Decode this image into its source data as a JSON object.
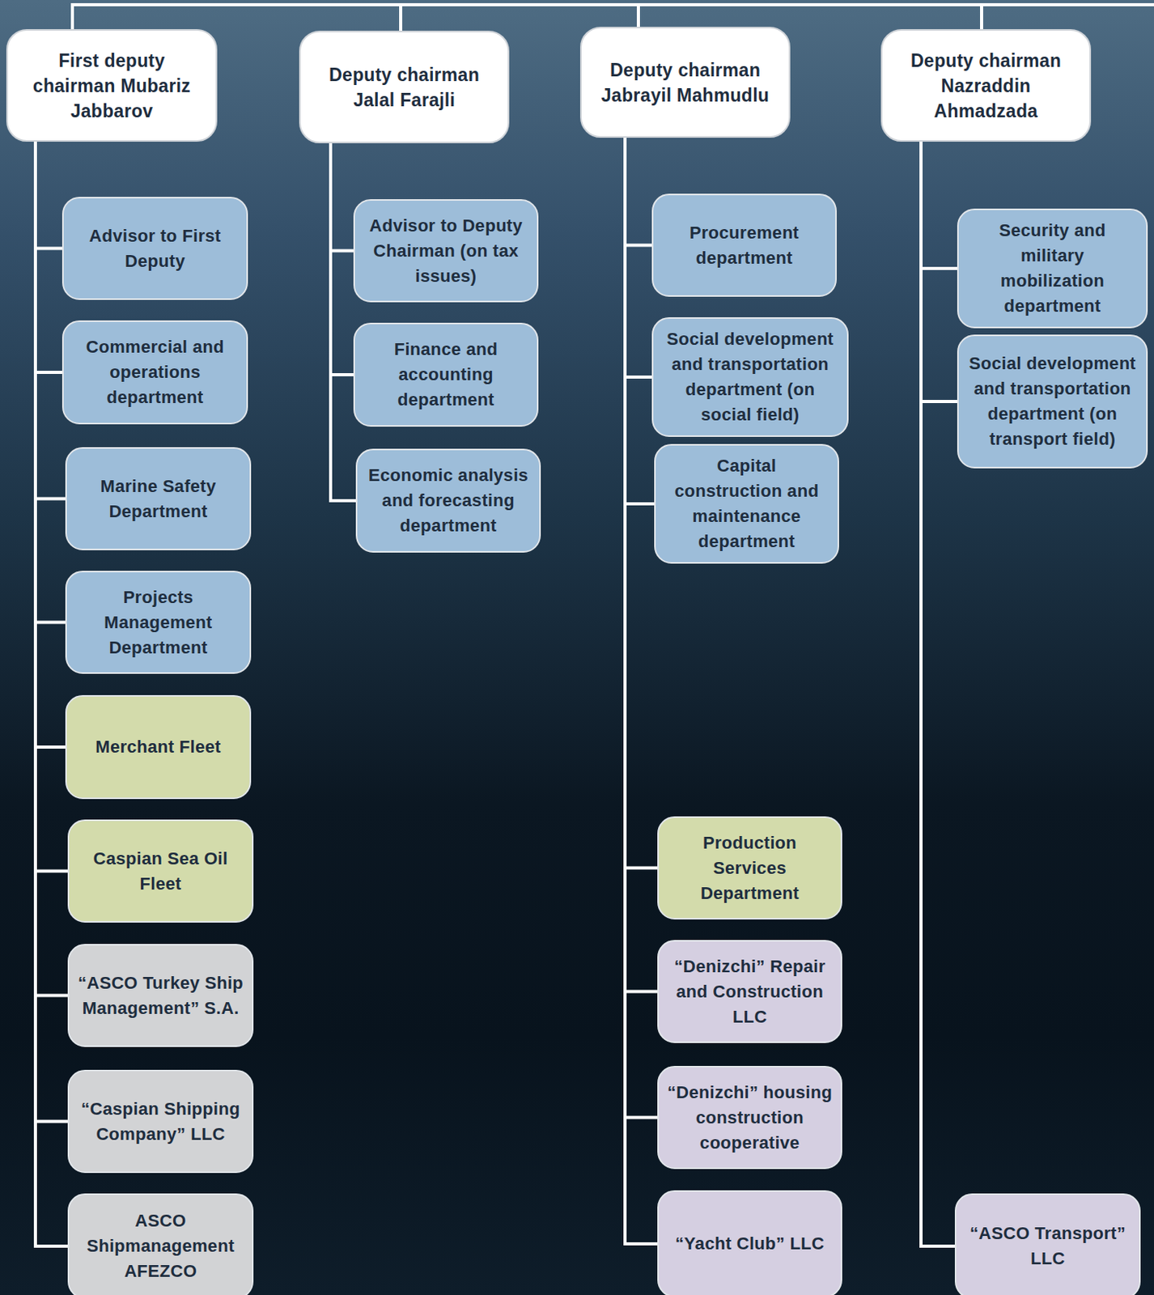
{
  "diagram": {
    "nodes": [
      {
        "text": [
          "First deputy chairman Mubariz Jabbarov"
        ]
      },
      {
        "text": [
          "Deputy chairman Jalal Farajli"
        ]
      },
      {
        "text": [
          "Deputy chairman Jabrayil Mahmudlu"
        ]
      },
      {
        "text": [
          "Deputy chairman Nazraddin Ahmadzada"
        ]
      },
      {
        "text": [
          "Advisor to First Deputy"
        ]
      },
      {
        "text": [
          "Commercial and operations department"
        ]
      },
      {
        "text": [
          "Marine Safety Department"
        ]
      },
      {
        "text": [
          "Projects Management Department"
        ]
      },
      {
        "text": [
          "Merchant Fleet"
        ]
      },
      {
        "text": [
          "Caspian Sea Oil Fleet"
        ]
      },
      {
        "text": [
          "“ASCO Turkey Ship Management” S.A."
        ]
      },
      {
        "text": [
          "“Caspian Shipping Company” LLC"
        ]
      },
      {
        "text": [
          "ASCO Shipmanagement AFEZCO"
        ]
      },
      {
        "text": [
          "Advisor to Deputy Chairman (on tax issues)"
        ]
      },
      {
        "text": [
          "Finance and accounting department"
        ]
      },
      {
        "text": [
          "Economic analysis and forecasting department"
        ]
      },
      {
        "text": [
          "Procurement department"
        ]
      },
      {
        "text": [
          "Social development and transportation department (on social field)"
        ]
      },
      {
        "text": [
          "Capital construction and maintenance department"
        ]
      },
      {
        "text": [
          "Production Services Department"
        ]
      },
      {
        "text": [
          "“Denizchi” Repair and Construction LLC"
        ]
      },
      {
        "text": [
          "“Denizchi” housing construction cooperative"
        ]
      },
      {
        "text": [
          "“Yacht Club” LLC"
        ]
      },
      {
        "text": [
          "Security and military mobilization department"
        ]
      },
      {
        "text": [
          "Social development and transportation department (on transport field)"
        ]
      },
      {
        "text": [
          "“ASCO Transport” LLC"
        ]
      }
    ],
    "edges": [
      {
        "from": 0,
        "to": 4,
        "arrow": "none"
      },
      {
        "from": 0,
        "to": 5,
        "arrow": "none"
      },
      {
        "from": 0,
        "to": 6,
        "arrow": "none"
      },
      {
        "from": 0,
        "to": 7,
        "arrow": "none"
      },
      {
        "from": 0,
        "to": 8,
        "arrow": "none"
      },
      {
        "from": 0,
        "to": 9,
        "arrow": "none"
      },
      {
        "from": 0,
        "to": 10,
        "arrow": "none"
      },
      {
        "from": 0,
        "to": 11,
        "arrow": "none"
      },
      {
        "from": 0,
        "to": 12,
        "arrow": "none"
      },
      {
        "from": 1,
        "to": 13,
        "arrow": "none"
      },
      {
        "from": 1,
        "to": 14,
        "arrow": "none"
      },
      {
        "from": 1,
        "to": 15,
        "arrow": "none"
      },
      {
        "from": 2,
        "to": 16,
        "arrow": "none"
      },
      {
        "from": 2,
        "to": 17,
        "arrow": "none"
      },
      {
        "from": 2,
        "to": 18,
        "arrow": "none"
      },
      {
        "from": 2,
        "to": 19,
        "arrow": "none"
      },
      {
        "from": 2,
        "to": 20,
        "arrow": "none"
      },
      {
        "from": 2,
        "to": 21,
        "arrow": "none"
      },
      {
        "from": 2,
        "to": 22,
        "arrow": "none"
      },
      {
        "from": 3,
        "to": 23,
        "arrow": "none"
      },
      {
        "from": 3,
        "to": 24,
        "arrow": "none"
      },
      {
        "from": 3,
        "to": 25,
        "arrow": "none"
      }
    ]
  }
}
